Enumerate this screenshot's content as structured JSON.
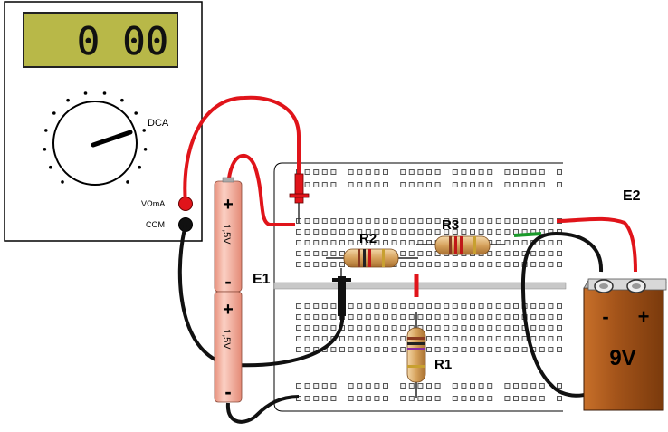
{
  "meter": {
    "display_value": "0 00",
    "dial_mode_label": "DCA",
    "input_label": "VΩmA",
    "com_label": "COM",
    "colors": {
      "case": "#ffffff",
      "lcd": "#b8b848",
      "probe_red": "#e0141a",
      "probe_black": "#111111"
    }
  },
  "battery_e1": {
    "label": "E1",
    "cells": [
      {
        "voltage": "1,5V",
        "plus": "+",
        "minus": "-"
      },
      {
        "voltage": "1,5V",
        "plus": "+",
        "minus": "-"
      }
    ],
    "color": "#f5b3a3"
  },
  "battery_e2": {
    "label": "E2",
    "voltage": "9V",
    "minus": "-",
    "plus": "+",
    "color": "#9a4a10"
  },
  "resistors": [
    {
      "label": "R1"
    },
    {
      "label": "R2"
    },
    {
      "label": "R3"
    }
  ],
  "breadboard": {
    "color": "#ffffff",
    "hole_color": "#555555"
  }
}
